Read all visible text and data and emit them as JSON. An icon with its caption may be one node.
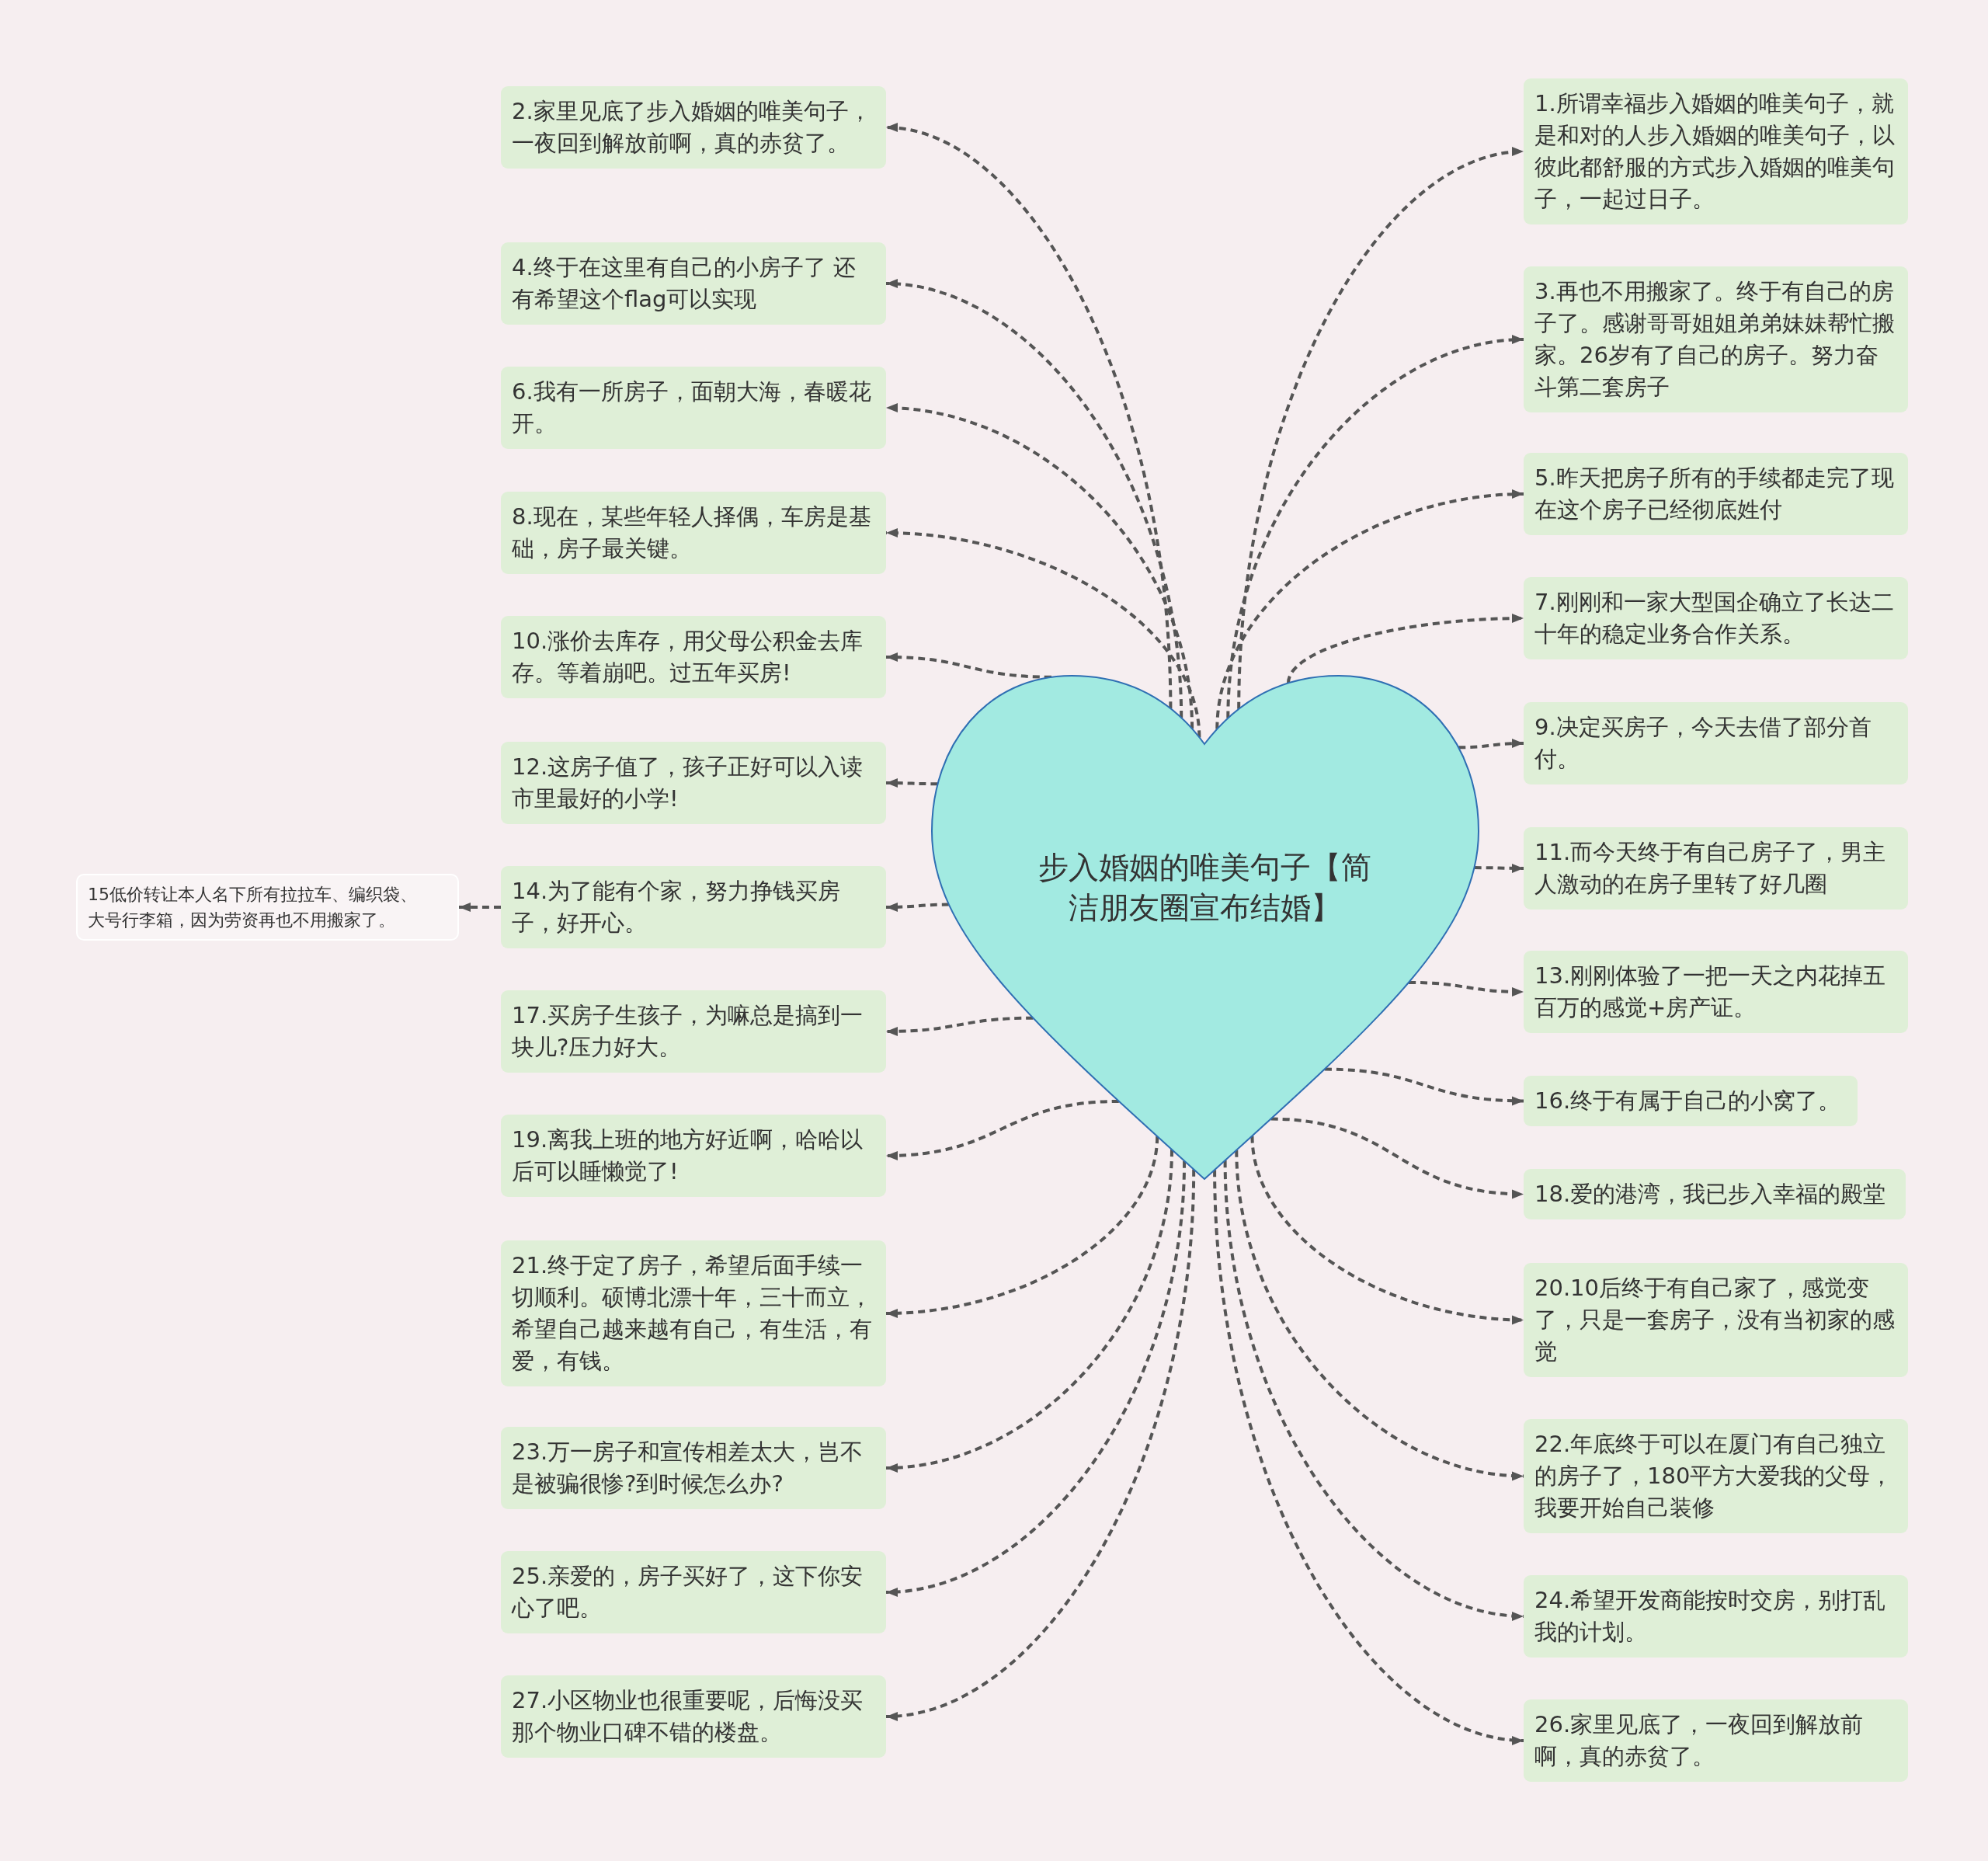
{
  "diagram": {
    "nodes": [
      {
        "text": [
          "步入婚姻的唯美句子【简洁朋友圈宣布结婚】"
        ]
      },
      {
        "text": [
          "1.所谓幸福步入婚姻的唯美句子，就是和对的人步入婚姻的唯美句子，以彼此都舒服的方式步入婚姻的唯美句子，一起过日子。"
        ]
      },
      {
        "text": [
          "2.家里见底了步入婚姻的唯美句子，一夜回到解放前啊，真的赤贫了。"
        ]
      },
      {
        "text": [
          "3.再也不用搬家了。终于有自己的房子了。感谢哥哥姐姐弟弟妹妹帮忙搬家。26岁有了自己的房子。努力奋斗第二套房子"
        ]
      },
      {
        "text": [
          "4.终于在这里有自己的小房子了 还有希望这个flag可以实现"
        ]
      },
      {
        "text": [
          "5.昨天把房子所有的手续都走完了现在这个房子已经彻底姓付"
        ]
      },
      {
        "text": [
          "6.我有一所房子，面朝大海，春暖花开。"
        ]
      },
      {
        "text": [
          "7.刚刚和一家大型国企确立了长达二十年的稳定业务合作关系。"
        ]
      },
      {
        "text": [
          "8.现在，某些年轻人择偶，车房是基础，房子最关键。"
        ]
      },
      {
        "text": [
          "9.决定买房子，今天去借了部分首付。"
        ]
      },
      {
        "text": [
          "10.涨价去库存，用父母公积金去库存。等着崩吧。过五年买房!"
        ]
      },
      {
        "text": [
          "11.而今天终于有自己房子了，男主人激动的在房子里转了好几圈"
        ]
      },
      {
        "text": [
          "12.这房子值了，孩子正好可以入读市里最好的小学!"
        ]
      },
      {
        "text": [
          "13.刚刚体验了一把一天之内花掉五百万的感觉+房产证。"
        ]
      },
      {
        "text": [
          "14.为了能有个家，努力挣钱买房子，好开心。"
        ]
      },
      {
        "text": [
          "15低价转让本人名下所有拉拉车、编织袋、大号行李箱，因为劳资再也不用搬家了。"
        ]
      },
      {
        "text": [
          "16.终于有属于自己的小窝了。"
        ]
      },
      {
        "text": [
          "17.买房子生孩子，为嘛总是搞到一块儿?压力好大。"
        ]
      },
      {
        "text": [
          "18.爱的港湾，我已步入幸福的殿堂"
        ]
      },
      {
        "text": [
          "19.离我上班的地方好近啊，哈哈以后可以睡懒觉了!"
        ]
      },
      {
        "text": [
          "20.10后终于有自己家了，感觉变了，只是一套房子，没有当初家的感觉"
        ]
      },
      {
        "text": [
          "21.终于定了房子，希望后面手续一切顺利。硕博北漂十年，三十而立，希望自己越来越有自己，有生活，有爱，有钱。"
        ]
      },
      {
        "text": [
          "22.年底终于可以在厦门有自己独立的房子了，180平方大爱我的父母，我要开始自己装修"
        ]
      },
      {
        "text": [
          "23.万一房子和宣传相差太大，岂不是被骗很惨?到时候怎么办?"
        ]
      },
      {
        "text": [
          "24.希望开发商能按时交房，别打乱我的计划。"
        ]
      },
      {
        "text": [
          "25.亲爱的，房子买好了，这下你安心了吧。"
        ]
      },
      {
        "text": [
          "26.家里见底了，一夜回到解放前啊，真的赤贫了。"
        ]
      },
      {
        "text": [
          "27.小区物业也很重要呢，后悔没买那个物业口碑不错的楼盘。"
        ]
      }
    ],
    "edges": [
      {
        "from": 0,
        "to": 1,
        "arrow": "to",
        "style": "dashed"
      },
      {
        "from": 0,
        "to": 2,
        "arrow": "to",
        "style": "dashed"
      },
      {
        "from": 0,
        "to": 3,
        "arrow": "to",
        "style": "dashed"
      },
      {
        "from": 0,
        "to": 4,
        "arrow": "to",
        "style": "dashed"
      },
      {
        "from": 0,
        "to": 5,
        "arrow": "to",
        "style": "dashed"
      },
      {
        "from": 0,
        "to": 6,
        "arrow": "to",
        "style": "dashed"
      },
      {
        "from": 0,
        "to": 7,
        "arrow": "to",
        "style": "dashed"
      },
      {
        "from": 0,
        "to": 8,
        "arrow": "to",
        "style": "dashed"
      },
      {
        "from": 0,
        "to": 9,
        "arrow": "to",
        "style": "dashed"
      },
      {
        "from": 0,
        "to": 10,
        "arrow": "to",
        "style": "dashed"
      },
      {
        "from": 0,
        "to": 11,
        "arrow": "to",
        "style": "dashed"
      },
      {
        "from": 0,
        "to": 12,
        "arrow": "to",
        "style": "dashed"
      },
      {
        "from": 0,
        "to": 13,
        "arrow": "to",
        "style": "dashed"
      },
      {
        "from": 0,
        "to": 14,
        "arrow": "to",
        "style": "dashed"
      },
      {
        "from": 14,
        "to": 15,
        "arrow": "to",
        "style": "dashed"
      },
      {
        "from": 0,
        "to": 16,
        "arrow": "to",
        "style": "dashed"
      },
      {
        "from": 0,
        "to": 17,
        "arrow": "to",
        "style": "dashed"
      },
      {
        "from": 0,
        "to": 18,
        "arrow": "to",
        "style": "dashed"
      },
      {
        "from": 0,
        "to": 19,
        "arrow": "to",
        "style": "dashed"
      },
      {
        "from": 0,
        "to": 20,
        "arrow": "to",
        "style": "dashed"
      },
      {
        "from": 0,
        "to": 21,
        "arrow": "to",
        "style": "dashed"
      },
      {
        "from": 0,
        "to": 22,
        "arrow": "to",
        "style": "dashed"
      },
      {
        "from": 0,
        "to": 23,
        "arrow": "to",
        "style": "dashed"
      },
      {
        "from": 0,
        "to": 24,
        "arrow": "to",
        "style": "dashed"
      },
      {
        "from": 0,
        "to": 25,
        "arrow": "to",
        "style": "dashed"
      },
      {
        "from": 0,
        "to": 26,
        "arrow": "to",
        "style": "dashed"
      },
      {
        "from": 0,
        "to": 27,
        "arrow": "to",
        "style": "dashed"
      }
    ]
  }
}
